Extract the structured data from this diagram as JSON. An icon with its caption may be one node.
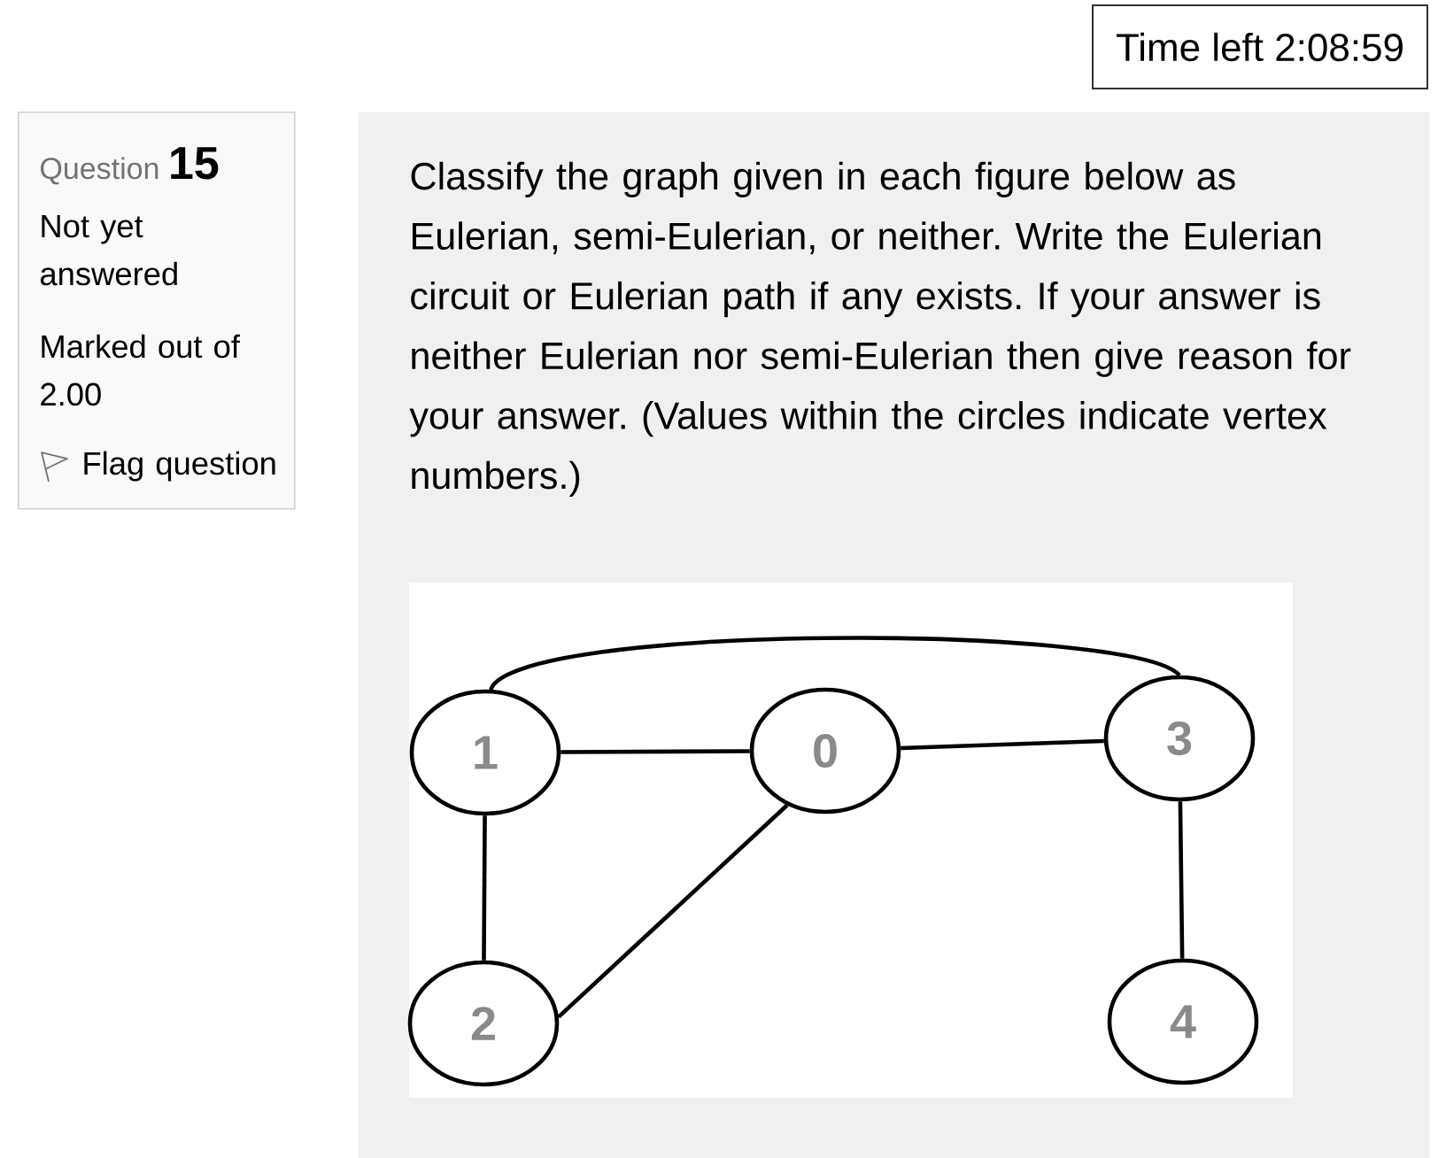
{
  "diagram": {
    "nodes": [
      {
        "text": [
          "Time left 2:08:59"
        ]
      },
      {
        "text": [
          "Question **15**",
          "Not yet answered",
          "Marked out of 2.00",
          "Flag question"
        ]
      },
      {
        "text": [
          "Classify the graph given in each figure below as Eulerian, semi-Eulerian, or neither. Write the Eulerian circuit or Eulerian path if any exists. If your answer is neither Eulerian nor semi-Eulerian then give reason for your answer. (Values within the circles indicate vertex numbers.)"
        ]
      },
      {
        "text": [
          "1"
        ],
        "in": 2
      },
      {
        "text": [
          "0"
        ],
        "in": 2
      },
      {
        "text": [
          "3"
        ],
        "in": 2
      },
      {
        "text": [
          "2"
        ],
        "in": 2
      },
      {
        "text": [
          "4"
        ],
        "in": 2
      }
    ],
    "edges": [
      {
        "from": 3,
        "to": 4,
        "arrow": "none"
      },
      {
        "from": 3,
        "to": 5,
        "arrow": "none"
      },
      {
        "from": 4,
        "to": 5,
        "arrow": "none"
      },
      {
        "from": 3,
        "to": 6,
        "arrow": "none"
      },
      {
        "from": 6,
        "to": 4,
        "arrow": "none"
      },
      {
        "from": 5,
        "to": 7,
        "arrow": "none"
      }
    ]
  }
}
